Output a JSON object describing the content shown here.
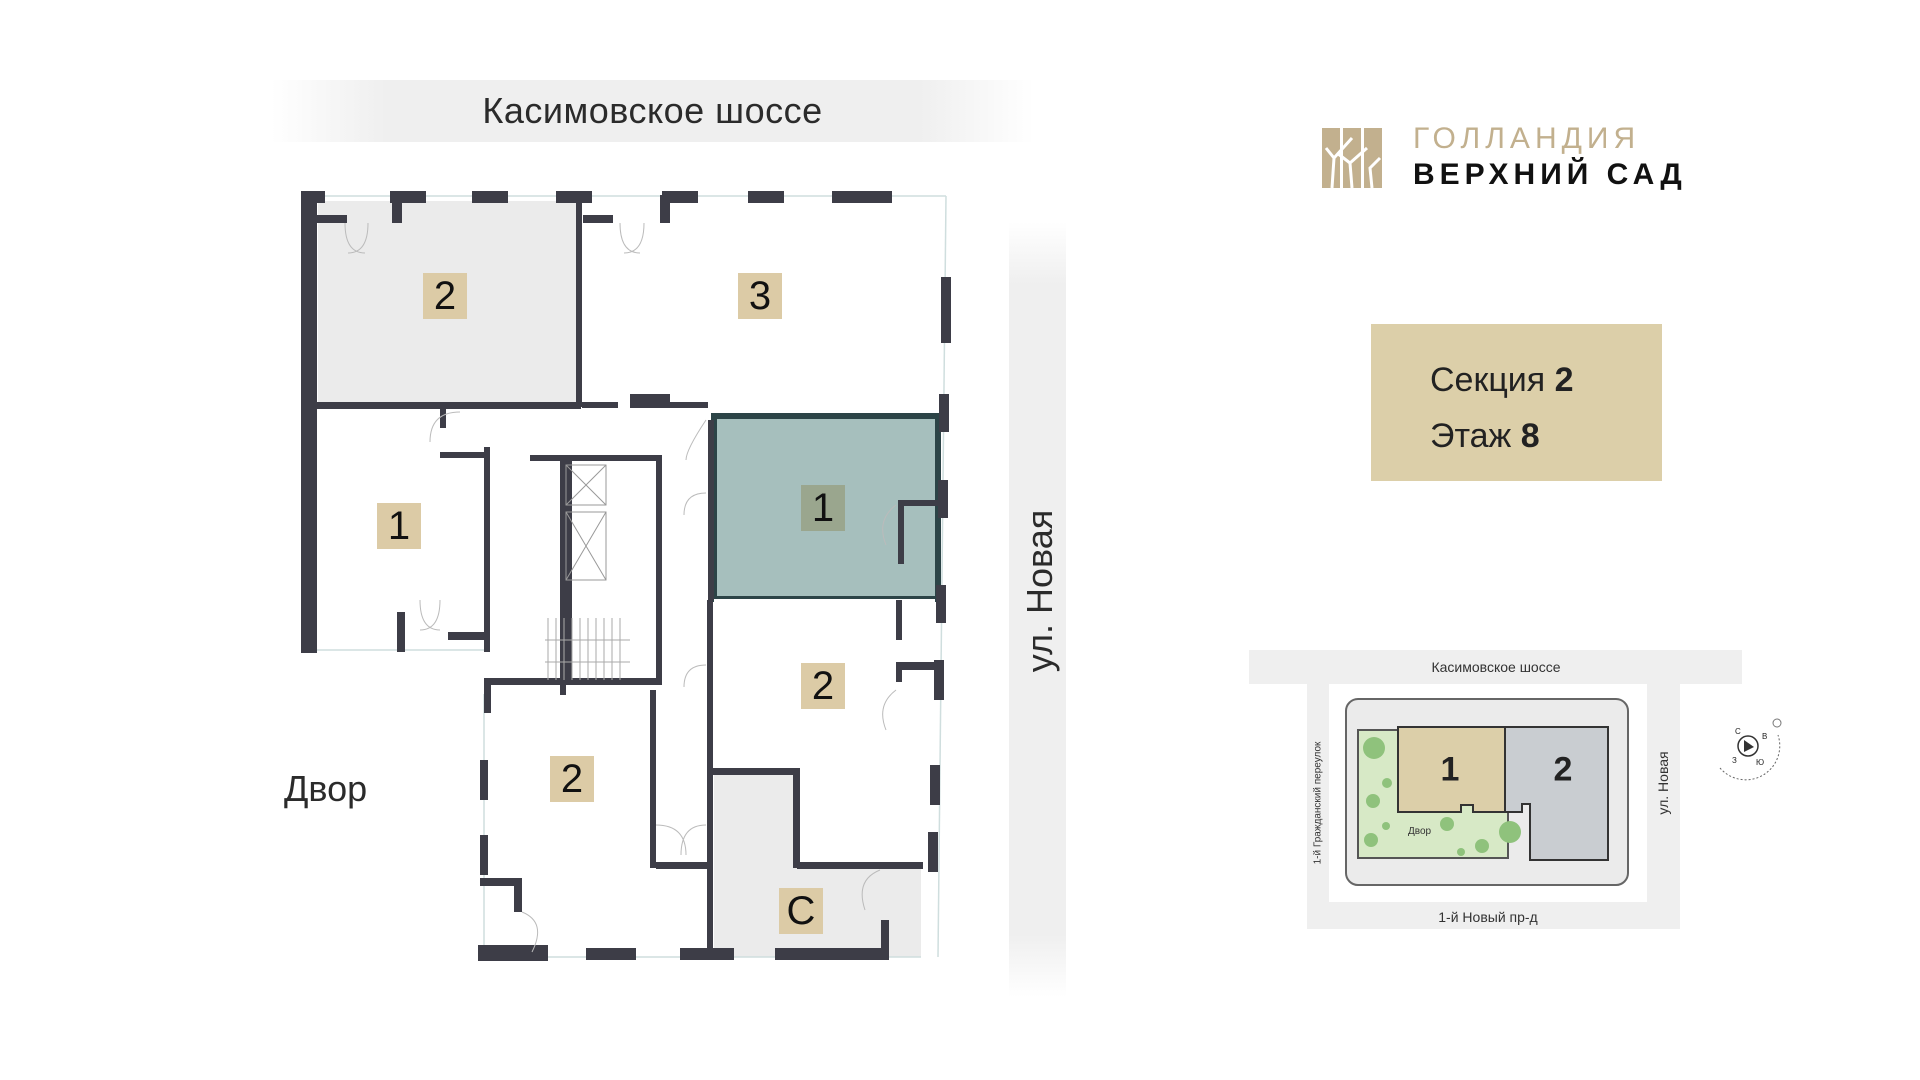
{
  "plan": {
    "street_top": "Касимовское шоссе",
    "street_right": "ул. Новая",
    "yard": "Двор",
    "rooms": [
      {
        "label": "2",
        "status": "sold"
      },
      {
        "label": "3",
        "status": "available"
      },
      {
        "label": "1",
        "status": "available"
      },
      {
        "label": "1",
        "status": "selected"
      },
      {
        "label": "2",
        "status": "available"
      },
      {
        "label": "2",
        "status": "available"
      },
      {
        "label": "С",
        "status": "sold"
      }
    ]
  },
  "logo": {
    "line1": "ГОЛЛАНДИЯ",
    "line2": "ВЕРХНИЙ САД"
  },
  "info": {
    "section_label": "Секция",
    "section_value": "2",
    "floor_label": "Этаж",
    "floor_value": "8"
  },
  "minimap": {
    "street_top": "Касимовское шоссе",
    "street_bottom": "1-й Новый пр-д",
    "street_left": "1-й Гражданский переулок",
    "street_right": "ул. Новая",
    "yard": "Двор",
    "buildings": [
      "1",
      "2"
    ],
    "compass": [
      "С",
      "В",
      "Ю",
      "З"
    ]
  },
  "colors": {
    "wall": "#3d3d47",
    "selected": "#a6bfbd",
    "sold": "#ebebeb",
    "label": "#dccba6",
    "accent": "#dccfa9"
  }
}
